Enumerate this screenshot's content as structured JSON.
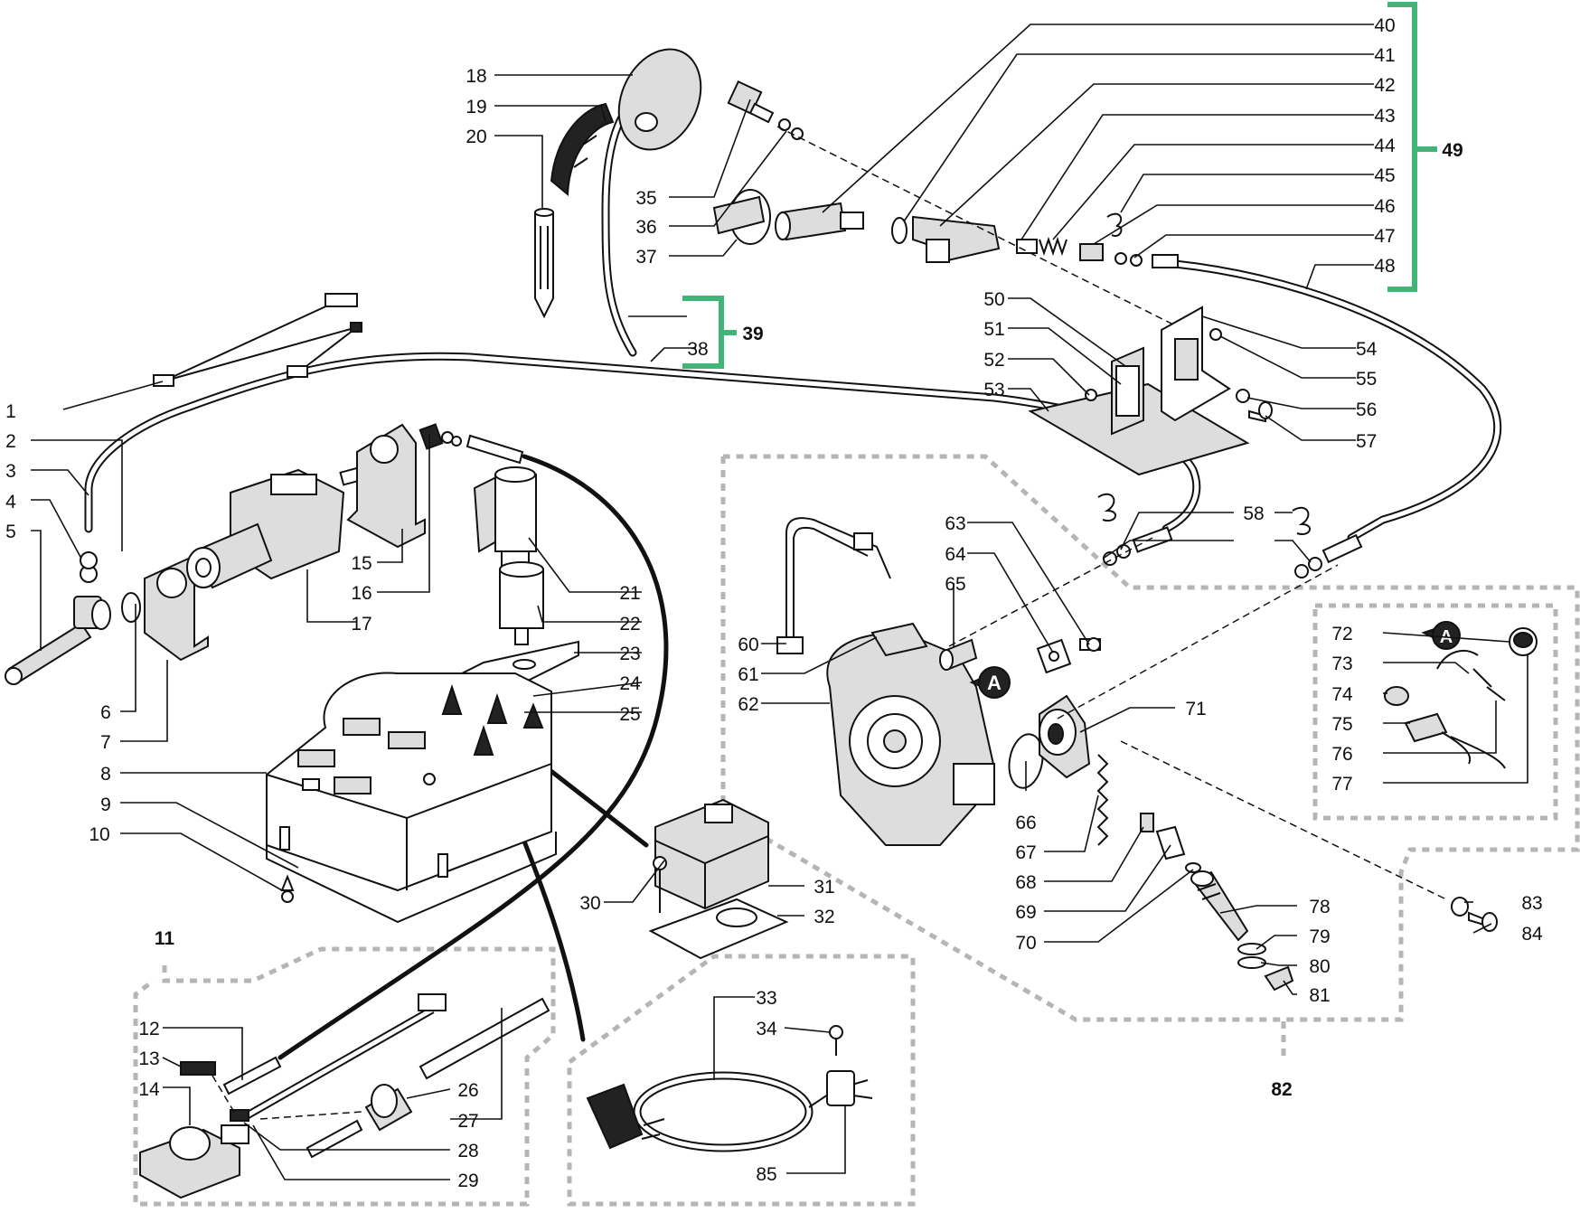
{
  "diagram": {
    "labels": [
      "1",
      "2",
      "3",
      "4",
      "5",
      "6",
      "7",
      "8",
      "9",
      "10",
      "12",
      "13",
      "14",
      "15",
      "16",
      "17",
      "18",
      "19",
      "20",
      "21",
      "22",
      "23",
      "24",
      "25",
      "26",
      "27",
      "28",
      "29",
      "30",
      "31",
      "32",
      "33",
      "34",
      "35",
      "36",
      "37",
      "38",
      "40",
      "41",
      "42",
      "43",
      "44",
      "45",
      "46",
      "47",
      "48",
      "50",
      "51",
      "52",
      "53",
      "54",
      "55",
      "56",
      "57",
      "58",
      "60",
      "61",
      "62",
      "63",
      "64",
      "65",
      "66",
      "67",
      "68",
      "69",
      "70",
      "71",
      "72",
      "73",
      "74",
      "75",
      "76",
      "77",
      "78",
      "79",
      "80",
      "81",
      "83",
      "84",
      "85"
    ],
    "group_labels": {
      "g11": "11",
      "g39": "39",
      "g49": "49",
      "g82": "82"
    },
    "view_marker": "A",
    "colors": {
      "bracket": "#3fb577",
      "group_box": "#b5b5b5",
      "ink": "#111111"
    }
  }
}
